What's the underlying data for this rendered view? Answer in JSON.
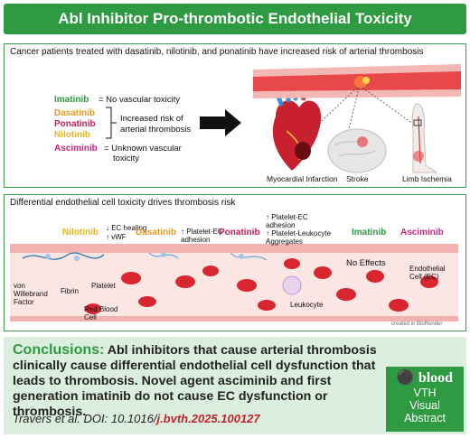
{
  "title": "Abl Inhibitor Pro-thrombotic Endothelial Toxicity",
  "panel1": {
    "heading": "Cancer patients treated with dasatinib, nilotinib, and ponatinib have increased risk of arterial thrombosis",
    "drugs": {
      "imatinib": {
        "name": "Imatinib",
        "note": "= No vascular toxicity",
        "color": "#2e9a42"
      },
      "dasatinib": {
        "name": "Dasatinib",
        "color": "#e89a1e"
      },
      "ponatinib": {
        "name": "Ponatinib",
        "color": "#d01c52"
      },
      "nilotinib": {
        "name": "Nilotinib",
        "color": "#e8b41a"
      },
      "asciminib": {
        "name": "Asciminib",
        "note1": "= Unknown vascular",
        "note2": "toxicity",
        "color": "#d1237f"
      }
    },
    "increased_risk_1": "Increased risk of",
    "increased_risk_2": "arterial thrombosis",
    "labels": {
      "mi": "Myocardial Infarction",
      "stroke": "Stroke",
      "limb": "Limb Ischemia"
    }
  },
  "panel2": {
    "heading": "Differential endothelial cell toxicity drives thrombosis risk",
    "nilotinib": {
      "name": "Nilotinib",
      "line1": "↓ EC healing",
      "line2": "↑ vWF"
    },
    "dasatinib": {
      "name": "Dasatinib",
      "line1": "↑ Platelet-EC",
      "line2": "adhesion"
    },
    "ponatinib": {
      "name": "Ponatinib",
      "line1": "↑ Platelet-EC",
      "line2": "adhesion",
      "line3": "↑ Platelet-Leukocyte",
      "line4": "Aggregates"
    },
    "imatinib": {
      "name": "Imatinib"
    },
    "asciminib": {
      "name": "Asciminib"
    },
    "no_effects": "No Effects",
    "labels": {
      "vwf1": "von",
      "vwf2": "Willebrand",
      "vwf3": "Factor",
      "fibrin": "Fibrin",
      "platelet": "Platelet",
      "rbc1": "Red Blood",
      "rbc2": "Cell",
      "leukocyte": "Leukocyte",
      "ec1": "Endothelial",
      "ec2": "Cell (EC)",
      "credit": "created in BioRender"
    }
  },
  "conclusions": {
    "label": "Conclusions:",
    "text": "Abl inhibitors that cause arterial thrombosis clinically cause differential endothelial cell dysfunction that leads to thrombosis. Novel agent asciminib and first generation imatinib do not cause EC dysfunction or thrombosis.",
    "citation_prefix": "Travers et al. DOI: 10.1016/",
    "citation_suffix": "j.bvth.2025.100127"
  },
  "badge": {
    "brand": "blood",
    "line1": "VTH",
    "line2": "Visual",
    "line3": "Abstract"
  },
  "colors": {
    "brand_green": "#2e9a42",
    "conclusion_bg": "#dceedd",
    "vessel_red": "#e8484a",
    "vessel_wall": "#f4b8b4"
  }
}
